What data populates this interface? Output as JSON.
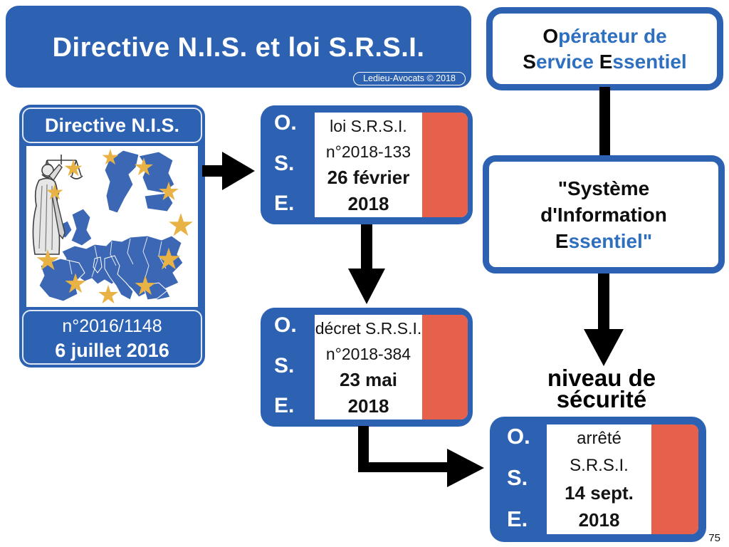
{
  "slide": {
    "page_number": "75"
  },
  "title_banner": {
    "title": "Directive N.I.S. et loi S.R.S.I.",
    "credit": "Ledieu-Avocats © 2018"
  },
  "operator_box": {
    "line1_initial": "O",
    "line1_rest": "pérateur de",
    "line2_initial1": "S",
    "line2_rest1": "ervice ",
    "line2_initial2": "E",
    "line2_rest2": "ssentiel"
  },
  "directive_box": {
    "header": "Directive N.I.S.",
    "number": "n°2016/1148",
    "date": "6 juillet 2016"
  },
  "law_box": {
    "letters": [
      "O.",
      "S.",
      "E."
    ],
    "line1": "loi S.R.S.I.",
    "line2": "n°2018-133",
    "line3": "26 février",
    "line4": "2018"
  },
  "decree_box": {
    "letters": [
      "O.",
      "S.",
      "E."
    ],
    "line1": "décret S.R.S.I.",
    "line2": "n°2018-384",
    "line3": "23 mai",
    "line4": "2018"
  },
  "order_box": {
    "letters": [
      "O.",
      "S.",
      "E."
    ],
    "line1": "arrêté",
    "line2": "S.R.S.I.",
    "line3": "14 sept.",
    "line4": "2018"
  },
  "sie_box": {
    "line1": "\"Système",
    "line2": "d'Information",
    "line3_initial": "E",
    "line3_rest": "ssentiel\""
  },
  "security_label": {
    "line1": "niveau de",
    "line2": "sécurité"
  },
  "colors": {
    "box_blue": "#2d62b3",
    "text_blue": "#2e6fc0",
    "flag_red": "#e6604b",
    "star_yellow": "#e9b245",
    "map_blue": "#3c67b5",
    "arrow_black": "#000000"
  }
}
